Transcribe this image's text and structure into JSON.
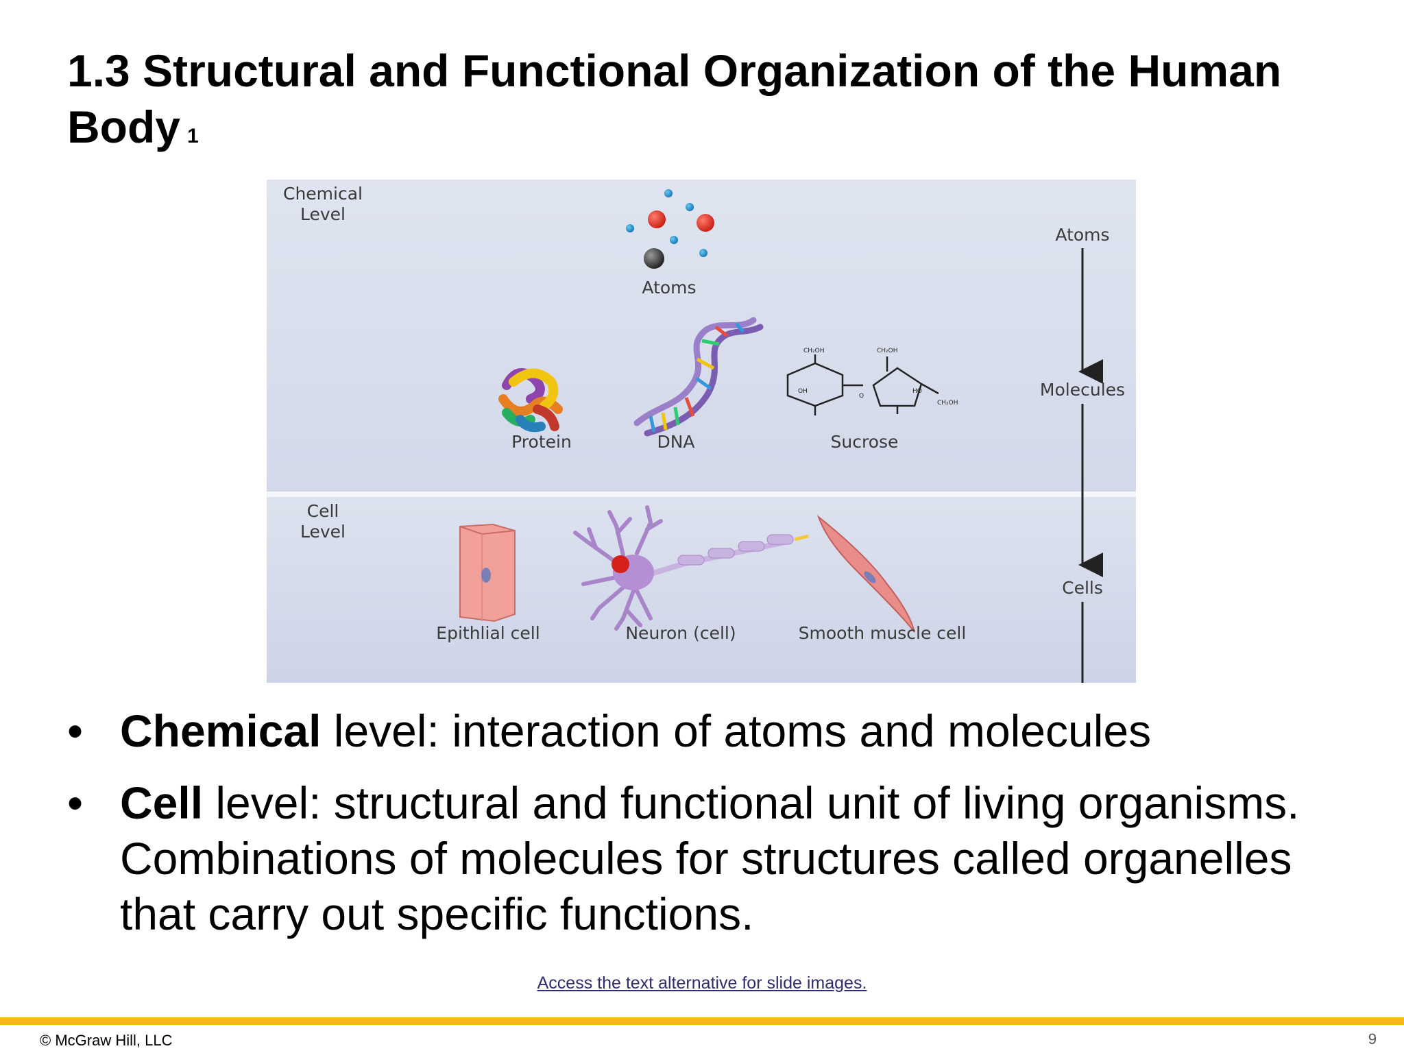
{
  "slide": {
    "title": "1.3 Structural and Functional Organization of the Human Body",
    "title_marker": "1",
    "page_number": "9",
    "copyright": "© McGraw Hill, LLC",
    "alt_link": "Access the text alternative for slide images."
  },
  "figure": {
    "chemical_level": [
      "Chemical",
      "Level"
    ],
    "cell_level": [
      "Cell",
      "Level"
    ],
    "atoms_label": "Atoms",
    "molecules": {
      "protein": "Protein",
      "dna": "DNA",
      "sucrose": "Sucrose"
    },
    "cells": {
      "epithelial": "Epithlial cell",
      "neuron": "Neuron (cell)",
      "smooth_muscle": "Smooth muscle cell"
    },
    "hierarchy": [
      "Atoms",
      "Molecules",
      "Cells"
    ],
    "sucrose_groups": {
      "ch2oh_1": "CH₂OH",
      "ch2oh_2": "CH₂OH",
      "ch2oh_3": "CH₂OH",
      "oh": "OH",
      "ho": "HO",
      "o": "O"
    }
  },
  "bullets": [
    {
      "bold": "Chemical",
      "text": " level: interaction of atoms and molecules"
    },
    {
      "bold": "Cell",
      "text": " level: structural and functional unit of living organisms. Combinations of molecules for structures called organelles that carry out specific functions."
    }
  ]
}
